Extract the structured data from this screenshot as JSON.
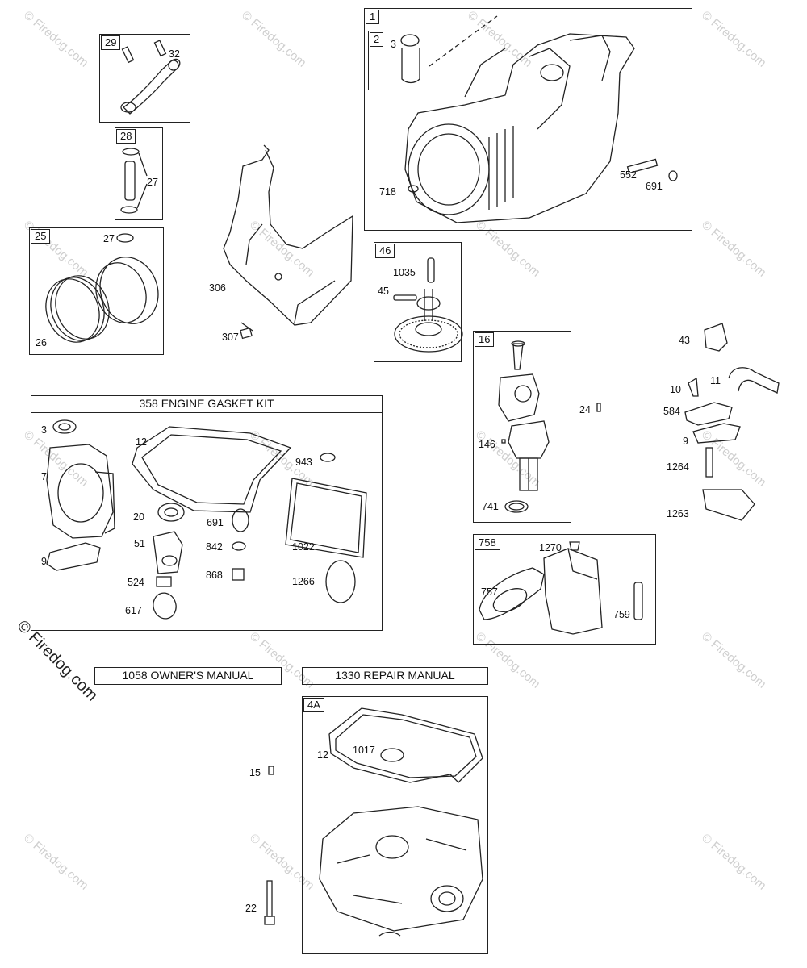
{
  "kits": {
    "gasket_kit": "358 ENGINE GASKET KIT",
    "owners_manual": "1058 OWNER'S MANUAL",
    "repair_manual": "1330 REPAIR MANUAL"
  },
  "boxes": {
    "b29": "29",
    "b28": "28",
    "b25": "25",
    "b1": "1",
    "b2": "2",
    "b46": "46",
    "b16": "16",
    "b758": "758",
    "b4a": "4A"
  },
  "labels": {
    "l32": "32",
    "l27a": "27",
    "l27b": "27",
    "l26": "26",
    "l3a": "3",
    "l552": "552",
    "l691a": "691",
    "l718": "718",
    "l306": "306",
    "l307": "307",
    "l1035": "1035",
    "l45": "45",
    "l43": "43",
    "l10": "10",
    "l11": "11",
    "l584": "584",
    "l9a": "9",
    "l1264": "1264",
    "l1263": "1263",
    "l24": "24",
    "l146": "146",
    "l741": "741",
    "l1270": "1270",
    "l757": "757",
    "l759": "759",
    "l3b": "3",
    "l12a": "12",
    "l943": "943",
    "l7": "7",
    "l20": "20",
    "l691b": "691",
    "l1022": "1022",
    "l51": "51",
    "l842": "842",
    "l9b": "9",
    "l524": "524",
    "l868": "868",
    "l1266": "1266",
    "l617": "617",
    "l12b": "12",
    "l1017": "1017",
    "l15": "15",
    "l22": "22"
  },
  "watermark": {
    "small": "© Firedog.com",
    "big": "© Firedog.com"
  }
}
